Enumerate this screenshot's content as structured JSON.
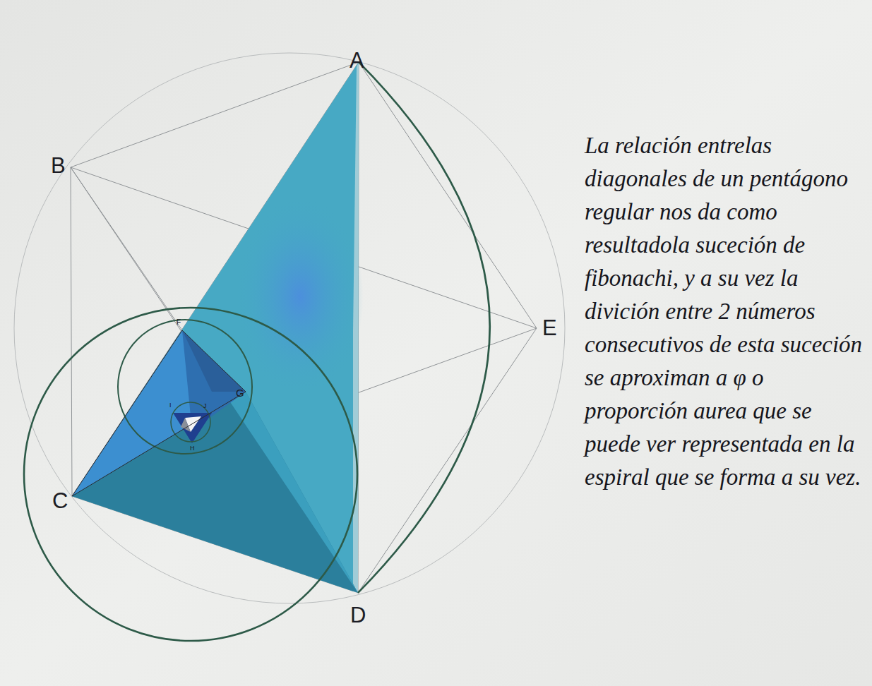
{
  "diagram": {
    "labels": [
      "A",
      "B",
      "E",
      "F",
      "I",
      "J",
      "G",
      "H",
      "C",
      "D",
      "La relación entrelas diagonales de un pentágono regular nos da como resultadola suceción de fibonachi, y a su vez la divición entre 2 números consecutivos de esta suceción se aproximan a φ o proporción aurea que se puede ver representada en la espiral que se forma a su vez."
    ]
  }
}
